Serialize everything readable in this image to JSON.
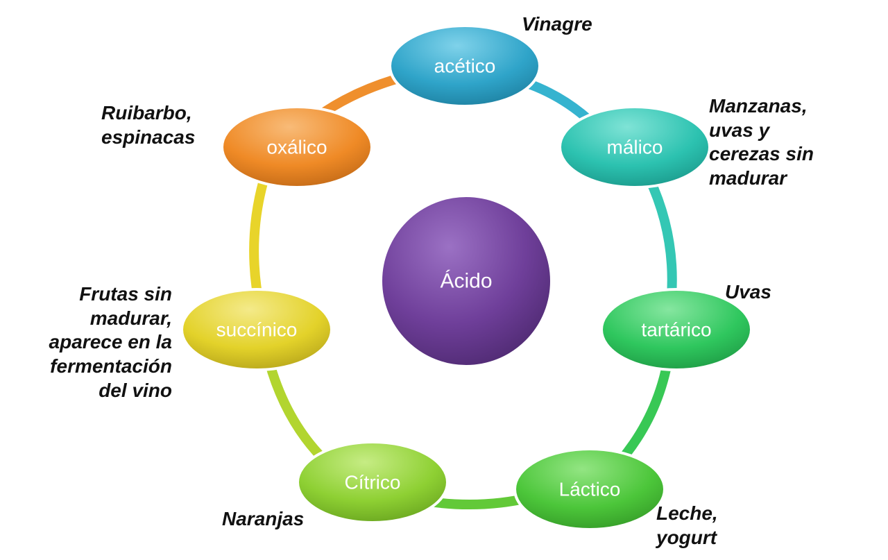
{
  "center": {
    "label": "Ácido",
    "color": "#6f3f9a"
  },
  "nodes": [
    {
      "key": "acetico",
      "label": "acético",
      "color": "#2fa4c9",
      "note": "Vinagre"
    },
    {
      "key": "malico",
      "label": "málico",
      "color": "#2cc2b0",
      "note": "Manzanas,\nuvas y\ncerezas sin\nmadurar"
    },
    {
      "key": "tartarico",
      "label": "tartárico",
      "color": "#2fc75e",
      "note": "Uvas"
    },
    {
      "key": "lactico",
      "label": "Láctico",
      "color": "#4cc63a",
      "note": "Leche,\nyogurt"
    },
    {
      "key": "citrico",
      "label": "Cítrico",
      "color": "#8ed033",
      "note": "Naranjas"
    },
    {
      "key": "succinico",
      "label": "succínico",
      "color": "#e3d22a",
      "note": "Frutas sin\nmadurar,\naparece en la\nfermentación\ndel vino"
    },
    {
      "key": "oxalico",
      "label": "oxálico",
      "color": "#ef8a26",
      "note": "Ruibarbo,\nespinacas"
    }
  ]
}
